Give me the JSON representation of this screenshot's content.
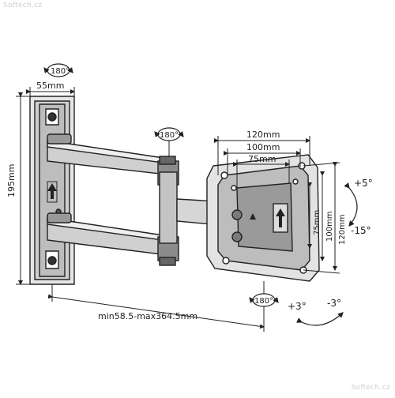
{
  "watermark": "Softech.cz",
  "labels": {
    "top_rotation": "180°",
    "mid_rotation": "180°",
    "bottom_rotation": "180°",
    "plate_width": "55mm",
    "plate_height": "195mm",
    "extension": "min58.5-max364.5mm",
    "vesa_w_120": "120mm",
    "vesa_w_100": "100mm",
    "vesa_w_75": "75mm",
    "vesa_h_75": "75mm",
    "vesa_h_100": "100mm",
    "vesa_h_120": "120mm",
    "tilt_up": "+5°",
    "tilt_down": "-15°",
    "swivel_pos": "+3°",
    "swivel_neg": "-3°"
  }
}
